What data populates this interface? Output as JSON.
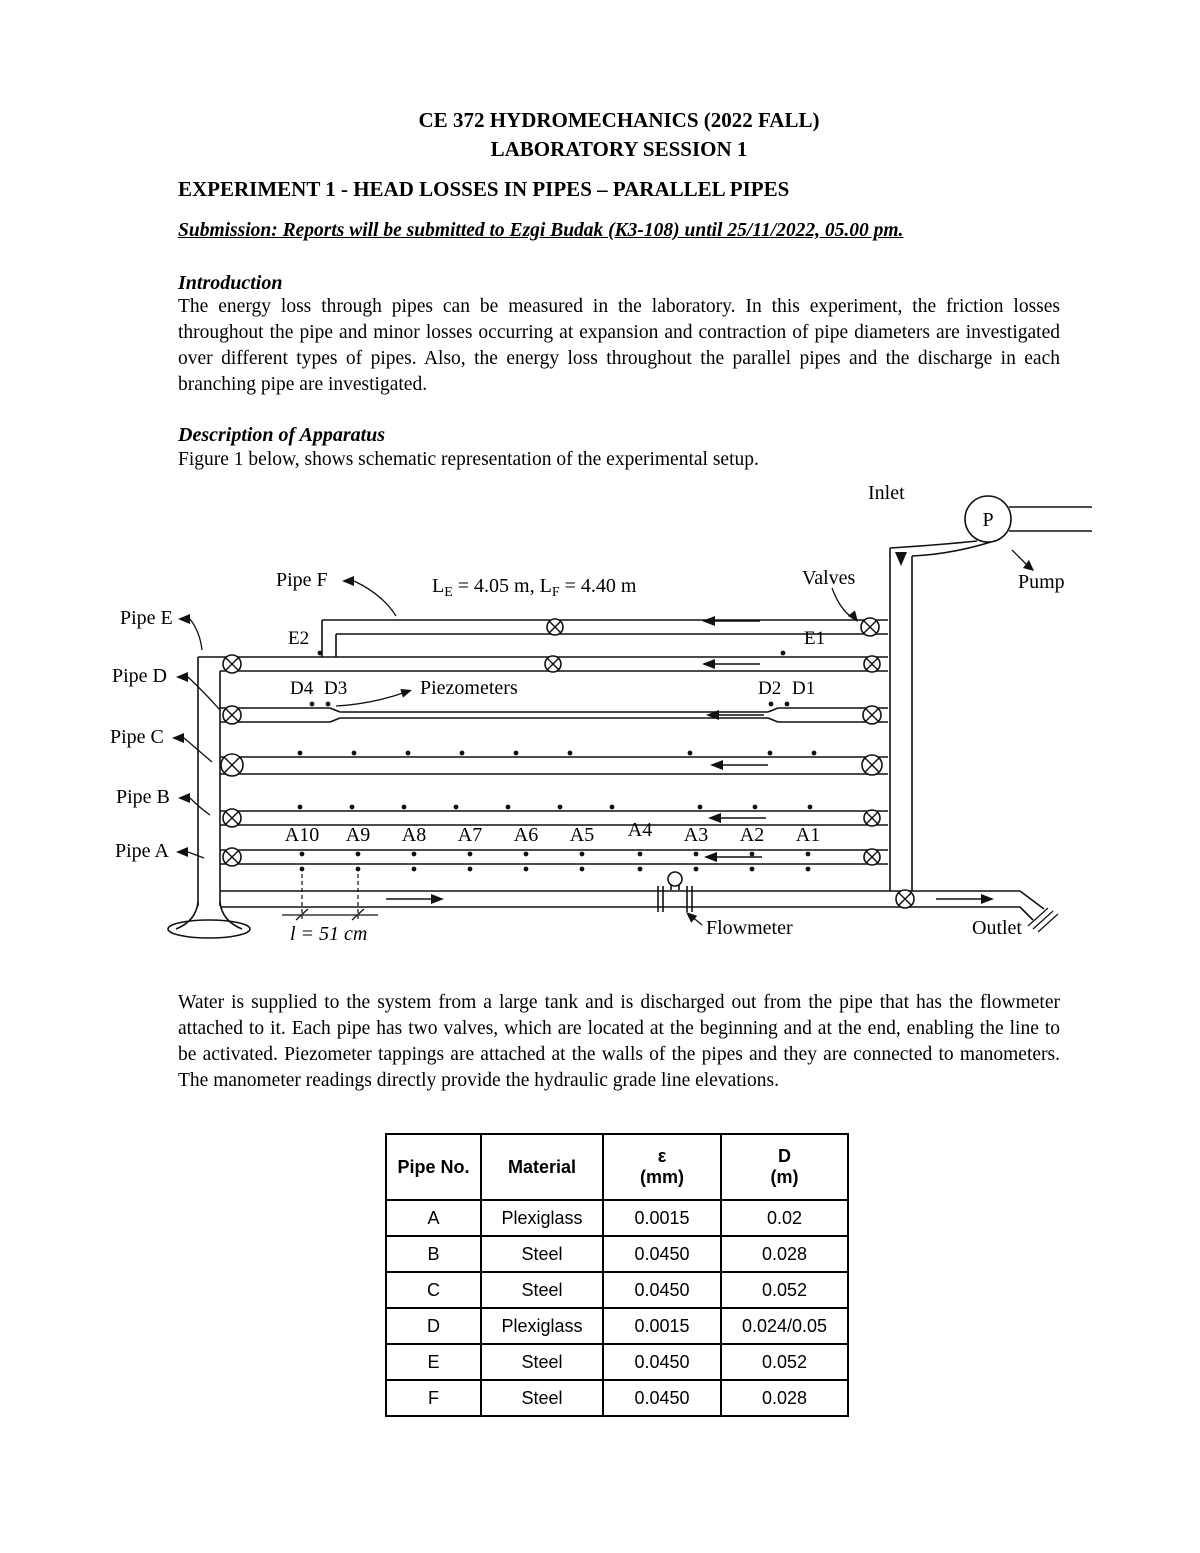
{
  "header": {
    "title_line1": "CE 372 HYDROMECHANICS (2022 FALL)",
    "title_line2": "LABORATORY SESSION 1",
    "experiment_title": "EXPERIMENT 1 - HEAD LOSSES IN PIPES – PARALLEL PIPES",
    "submission": "Submission: Reports will be submitted to Ezgi Budak (K3-108) until 25/11/2022, 05.00 pm."
  },
  "introduction": {
    "heading": "Introduction",
    "body": "The energy loss through pipes can be measured in the laboratory. In this experiment, the friction losses throughout the pipe and minor losses occurring at expansion and contraction of pipe diameters are investigated over different types of pipes. Also, the energy loss throughout the parallel pipes and the discharge in each branching pipe are investigated."
  },
  "apparatus": {
    "heading": "Description of Apparatus",
    "body": "Figure 1 below, shows schematic representation of the experimental setup."
  },
  "figure": {
    "labels": {
      "inlet": "Inlet",
      "pump_symbol": "P",
      "pump": "Pump",
      "valves": "Valves",
      "pipe_f": "Pipe F",
      "pipe_e": "Pipe E",
      "pipe_d": "Pipe D",
      "pipe_c": "Pipe C",
      "pipe_b": "Pipe B",
      "pipe_a": "Pipe A",
      "e2": "E2",
      "e1": "E1",
      "d4": "D4",
      "d3": "D3",
      "d2": "D2",
      "d1": "D1",
      "piezometers": "Piezometers",
      "flowmeter": "Flowmeter",
      "outlet": "Outlet",
      "spacing": "l = 51 cm"
    },
    "lengths": {
      "p1": "L",
      "s1": "E",
      "p2": " = 4.05 m, L",
      "s2": "F",
      "p3": " = 4.40 m"
    },
    "a_labels": [
      "A10",
      "A9",
      "A8",
      "A7",
      "A6",
      "A5",
      "A4",
      "A3",
      "A2",
      "A1"
    ]
  },
  "description": {
    "body": "Water is supplied to the system from a large tank and is discharged out from the pipe that has the flowmeter attached to it. Each pipe has two valves, which are located at the beginning and at the end, enabling the line to be activated. Piezometer tappings are attached at the walls of the pipes and they are connected to manometers. The manometer readings directly provide the hydraulic grade line elevations."
  },
  "table": {
    "col1": "Pipe No.",
    "col2": "Material",
    "col3_line1": "ε",
    "col3_line2": "(mm)",
    "col4_line1": "D",
    "col4_line2": "(m)",
    "rows": [
      [
        "A",
        "Plexiglass",
        "0.0015",
        "0.02"
      ],
      [
        "B",
        "Steel",
        "0.0450",
        "0.028"
      ],
      [
        "C",
        "Steel",
        "0.0450",
        "0.052"
      ],
      [
        "D",
        "Plexiglass",
        "0.0015",
        "0.024/0.05"
      ],
      [
        "E",
        "Steel",
        "0.0450",
        "0.052"
      ],
      [
        "F",
        "Steel",
        "0.0450",
        "0.028"
      ]
    ]
  }
}
